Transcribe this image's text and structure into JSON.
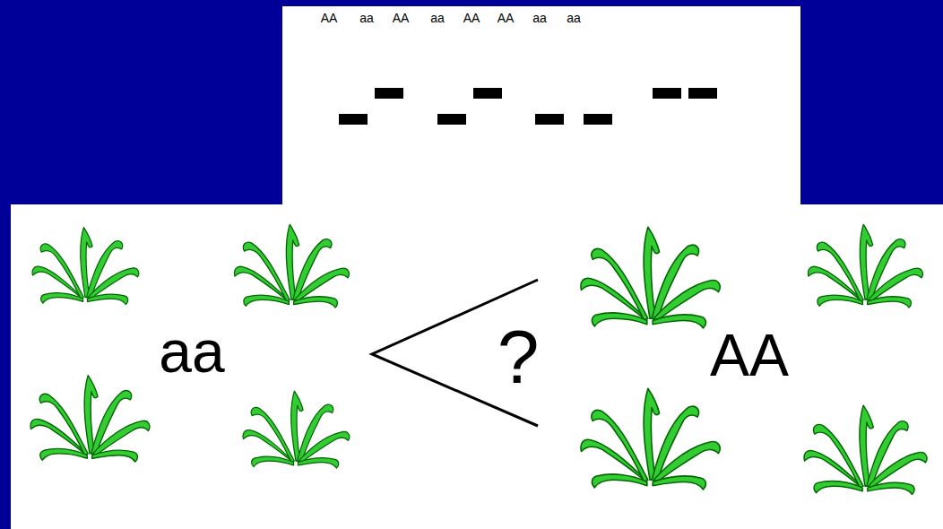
{
  "diagram": {
    "labels": [
      "AA",
      "aa",
      "AA",
      "aa",
      "AA",
      "AA",
      "aa",
      "aa",
      "aa",
      "?",
      "AA"
    ]
  }
}
